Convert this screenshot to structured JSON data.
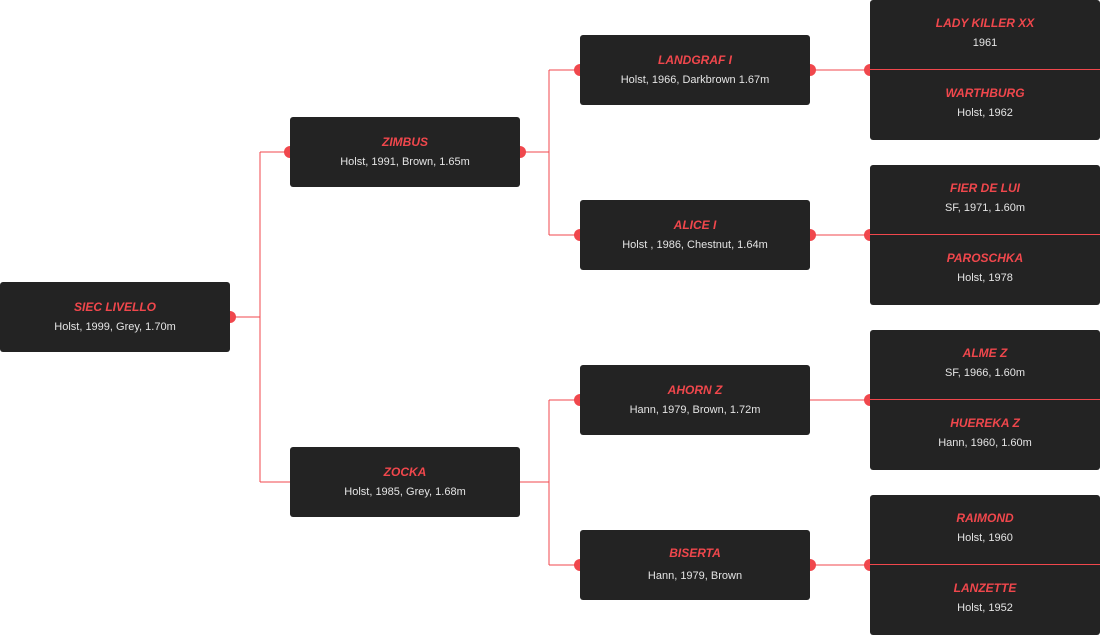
{
  "colors": {
    "accent": "#f0474c",
    "card_background": "#232323",
    "text": "#e4e4e4",
    "background": "#ffffff"
  },
  "pedigree": {
    "subject": {
      "name": "SIEC LIVELLO",
      "info": "Holst, 1999, Grey, 1.70m"
    },
    "sire": {
      "name": "ZIMBUS",
      "info": "Holst, 1991, Brown, 1.65m"
    },
    "dam": {
      "name": "ZOCKA",
      "info": "Holst, 1985, Grey, 1.68m"
    },
    "sire_sire": {
      "name": "LANDGRAF I",
      "info": "Holst, 1966, Darkbrown 1.67m"
    },
    "sire_dam": {
      "name": "ALICE I",
      "info": "Holst , 1986, Chestnut, 1.64m"
    },
    "dam_sire": {
      "name": "AHORN Z",
      "info": "Hann, 1979, Brown, 1.72m"
    },
    "dam_dam": {
      "name": "BISERTA",
      "info": "Hann, 1979, Brown"
    },
    "sire_sire_sire": {
      "name": "LADY KILLER XX",
      "info": "1961"
    },
    "sire_sire_dam": {
      "name": "WARTHBURG",
      "info": "Holst, 1962"
    },
    "sire_dam_sire": {
      "name": "FIER DE LUI",
      "info": "SF, 1971, 1.60m"
    },
    "sire_dam_dam": {
      "name": "PAROSCHKA",
      "info": "Holst, 1978"
    },
    "dam_sire_sire": {
      "name": "ALME Z",
      "info": "SF, 1966, 1.60m"
    },
    "dam_sire_dam": {
      "name": "HUEREKA Z",
      "info": "Hann, 1960, 1.60m"
    },
    "dam_dam_sire": {
      "name": "RAIMOND",
      "info": "Holst, 1960"
    },
    "dam_dam_dam": {
      "name": "LANZETTE",
      "info": "Holst, 1952"
    }
  }
}
